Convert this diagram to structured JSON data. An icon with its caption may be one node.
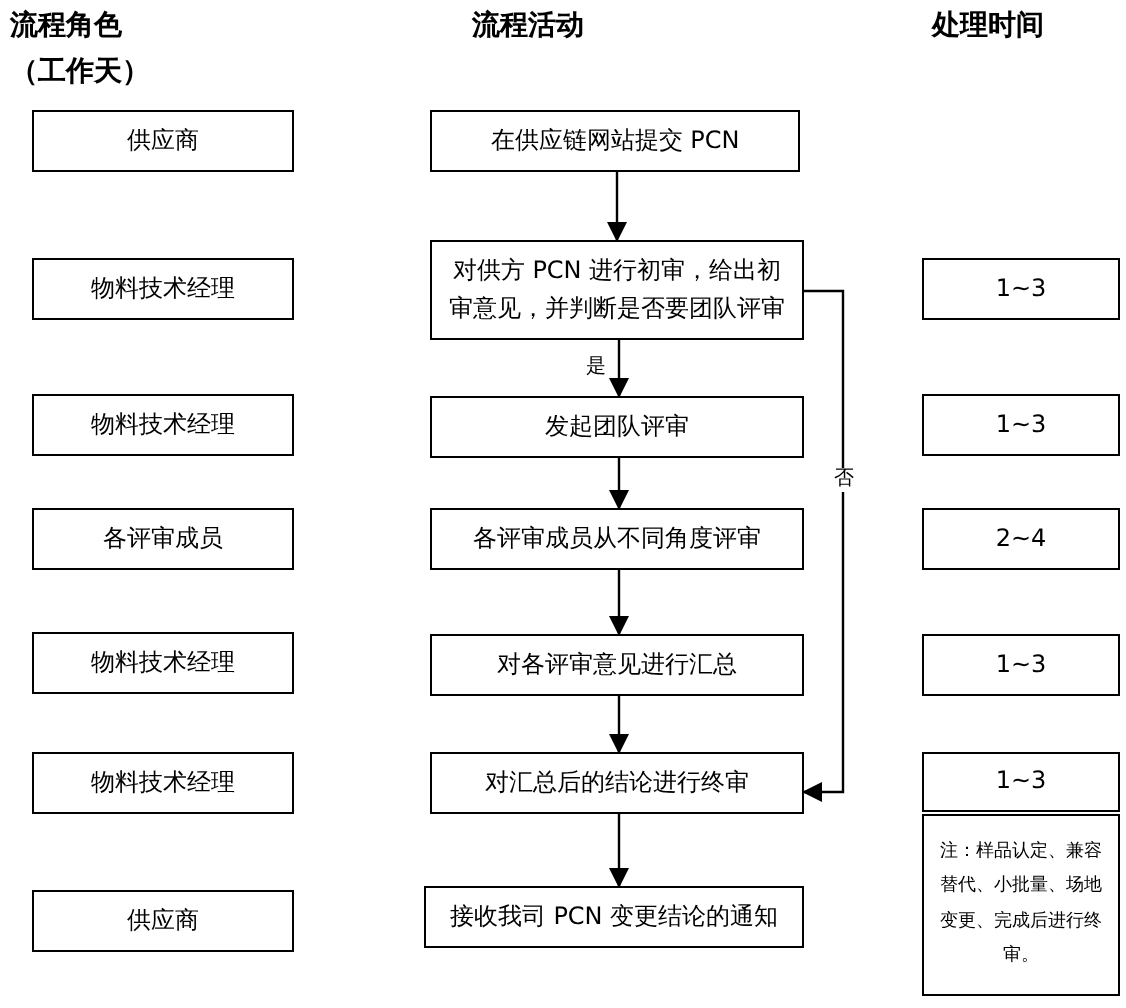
{
  "diagram": {
    "nodes": [
      {
        "text": [
          "供应商"
        ]
      },
      {
        "text": [
          "物料技术经理"
        ]
      },
      {
        "text": [
          "物料技术经理"
        ]
      },
      {
        "text": [
          "各评审成员"
        ]
      },
      {
        "text": [
          "物料技术经理"
        ]
      },
      {
        "text": [
          "物料技术经理"
        ]
      },
      {
        "text": [
          "供应商"
        ]
      },
      {
        "text": [
          "在供应链网站提交 PCN"
        ]
      },
      {
        "text": [
          "对供方 PCN 进行初审，给出初审意见，并判断是否要团队评审"
        ]
      },
      {
        "text": [
          "发起团队评审"
        ]
      },
      {
        "text": [
          "各评审成员从不同角度评审"
        ]
      },
      {
        "text": [
          "对各评审意见进行汇总"
        ]
      },
      {
        "text": [
          "对汇总后的结论进行终审"
        ]
      },
      {
        "text": [
          "接收我司 PCN 变更结论的通知"
        ]
      },
      {
        "text": [
          "1~3"
        ]
      },
      {
        "text": [
          "1~3"
        ]
      },
      {
        "text": [
          "2~4"
        ]
      },
      {
        "text": [
          "1~3"
        ]
      },
      {
        "text": [
          "1~3"
        ]
      },
      {
        "text": [
          "注：样品认定、兼容替代、小批量、场地变更、完成后进行终审。"
        ]
      }
    ],
    "edges": [
      {
        "from": 7,
        "to": 8,
        "arrow": "to"
      },
      {
        "from": 8,
        "to": 9,
        "arrow": "to",
        "label": "是"
      },
      {
        "from": 9,
        "to": 10,
        "arrow": "to"
      },
      {
        "from": 10,
        "to": 11,
        "arrow": "to"
      },
      {
        "from": 11,
        "to": 12,
        "arrow": "to"
      },
      {
        "from": 12,
        "to": 13,
        "arrow": "to"
      },
      {
        "from": 8,
        "to": 12,
        "arrow": "to",
        "label": "否"
      }
    ],
    "labels": [
      "流程角色",
      "（工作天）",
      "流程活动",
      "处理时间"
    ]
  }
}
